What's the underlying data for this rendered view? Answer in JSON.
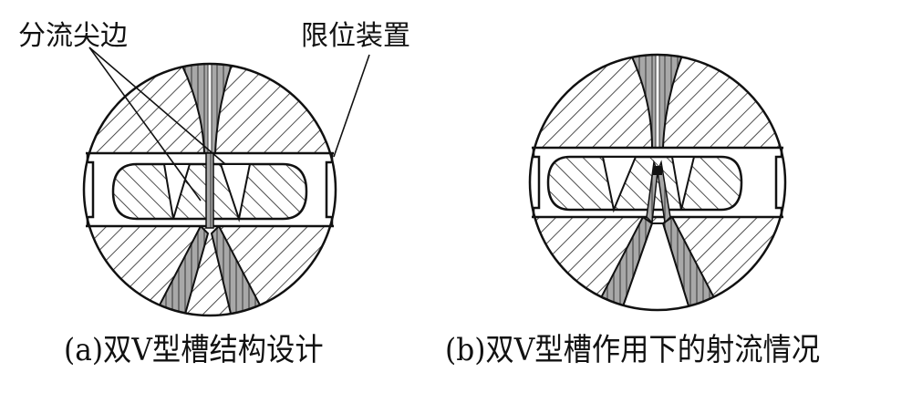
{
  "labels": {
    "splitter_edge": "分流尖边",
    "limit_device": "限位装置"
  },
  "captions": {
    "a": "(a)双V型槽结构设计",
    "b": "(b)双V型槽作用下的射流情况"
  },
  "colors": {
    "line": "#111111",
    "jet_fill": "#9a9a9a",
    "background": "#ffffff"
  }
}
